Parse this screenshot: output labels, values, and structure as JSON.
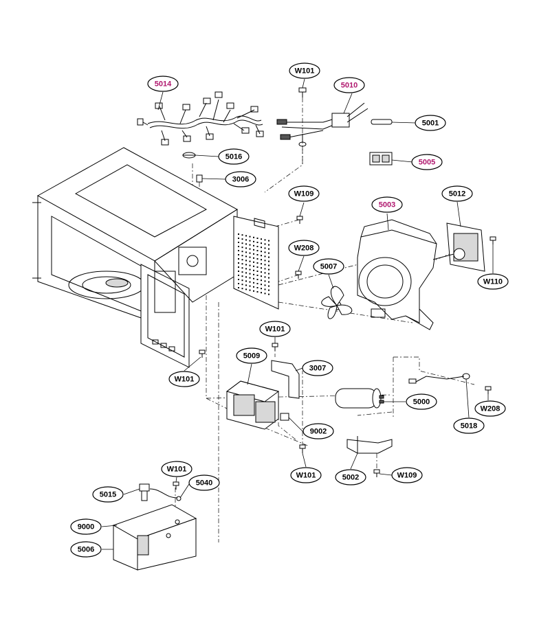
{
  "diagram": {
    "callouts": [
      {
        "id": "c-5014",
        "label": "5014",
        "highlight": true
      },
      {
        "id": "c-w101-top",
        "label": "W101",
        "highlight": false
      },
      {
        "id": "c-5010",
        "label": "5010",
        "highlight": true
      },
      {
        "id": "c-5001",
        "label": "5001",
        "highlight": false
      },
      {
        "id": "c-5016",
        "label": "5016",
        "highlight": false
      },
      {
        "id": "c-5005",
        "label": "5005",
        "highlight": true
      },
      {
        "id": "c-3006",
        "label": "3006",
        "highlight": false
      },
      {
        "id": "c-w109-top",
        "label": "W109",
        "highlight": false
      },
      {
        "id": "c-5003",
        "label": "5003",
        "highlight": true
      },
      {
        "id": "c-5012",
        "label": "5012",
        "highlight": false
      },
      {
        "id": "c-w208-mid",
        "label": "W208",
        "highlight": false
      },
      {
        "id": "c-5007",
        "label": "5007",
        "highlight": false
      },
      {
        "id": "c-w110",
        "label": "W110",
        "highlight": false
      },
      {
        "id": "c-w101-mid",
        "label": "W101",
        "highlight": false
      },
      {
        "id": "c-5009",
        "label": "5009",
        "highlight": false
      },
      {
        "id": "c-3007",
        "label": "3007",
        "highlight": false
      },
      {
        "id": "c-w101-left",
        "label": "W101",
        "highlight": false
      },
      {
        "id": "c-5000",
        "label": "5000",
        "highlight": false
      },
      {
        "id": "c-w208-right",
        "label": "W208",
        "highlight": false
      },
      {
        "id": "c-5018",
        "label": "5018",
        "highlight": false
      },
      {
        "id": "c-9002",
        "label": "9002",
        "highlight": false
      },
      {
        "id": "c-w101-low",
        "label": "W101",
        "highlight": false
      },
      {
        "id": "c-5002",
        "label": "5002",
        "highlight": false
      },
      {
        "id": "c-w109-low",
        "label": "W109",
        "highlight": false
      },
      {
        "id": "c-w101-bottom",
        "label": "W101",
        "highlight": false
      },
      {
        "id": "c-5040",
        "label": "5040",
        "highlight": false
      },
      {
        "id": "c-5015",
        "label": "5015",
        "highlight": false
      },
      {
        "id": "c-9000",
        "label": "9000",
        "highlight": false
      },
      {
        "id": "c-5006",
        "label": "5006",
        "highlight": false
      }
    ],
    "colors": {
      "highlight": "#b0176e",
      "normal": "#000000"
    }
  }
}
